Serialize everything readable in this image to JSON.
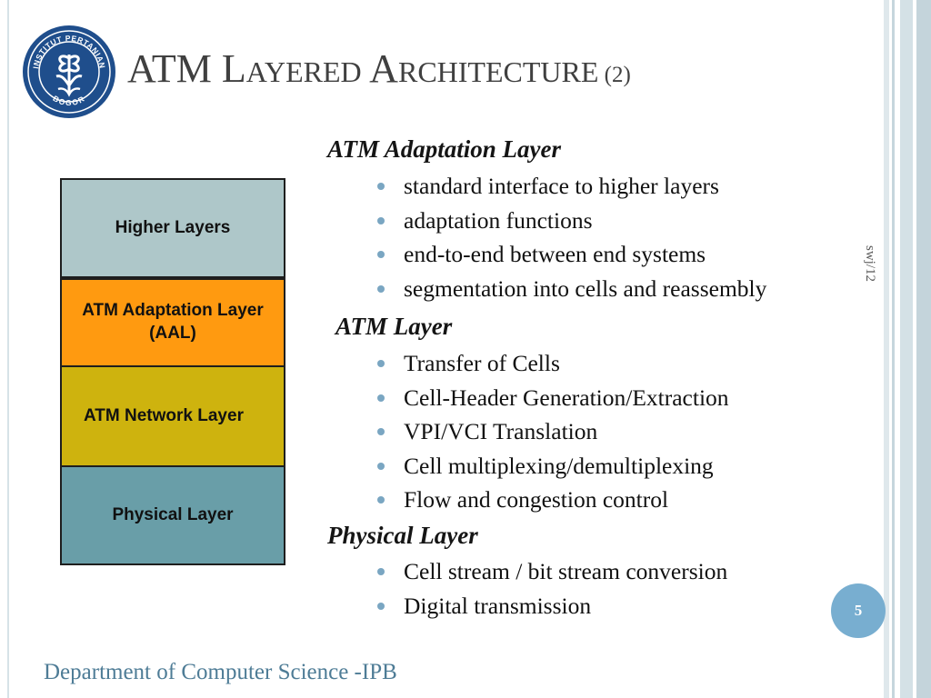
{
  "title": {
    "main": "ATM L",
    "w1": "AYERED",
    "a": " A",
    "w2": "RCHITECTURE",
    "sub": " (2)"
  },
  "logo": {
    "top_text": "INSTITUT PERTANIAN",
    "bottom_text": "BOGOR"
  },
  "stack": {
    "higher": "Higher Layers",
    "aal_line1": "ATM Adaptation Layer",
    "aal_line2": "(AAL)",
    "network": "ATM Network Layer",
    "physical": "Physical Layer"
  },
  "sections": [
    {
      "heading": "ATM Adaptation Layer",
      "items": [
        "standard interface to higher layers",
        "adaptation functions",
        "end-to-end between end systems",
        "segmentation into cells and reassembly"
      ]
    },
    {
      "heading": "ATM Layer",
      "items": [
        "Transfer of Cells",
        "Cell-Header Generation/Extraction",
        "VPI/VCI Translation",
        "Cell multiplexing/demultiplexing",
        "Flow and congestion control"
      ]
    },
    {
      "heading": "Physical Layer",
      "items": [
        "Cell stream / bit stream conversion",
        "Digital transmission"
      ]
    }
  ],
  "side_note": "swj/12",
  "page_number": "5",
  "footer": "Department of Computer Science -IPB",
  "colors": {
    "higher": "#aec7c9",
    "aal": "#ff9a10",
    "network": "#ceb30e",
    "physical": "#699ea8",
    "accent": "#78aed0",
    "footer": "#4e7c96"
  }
}
